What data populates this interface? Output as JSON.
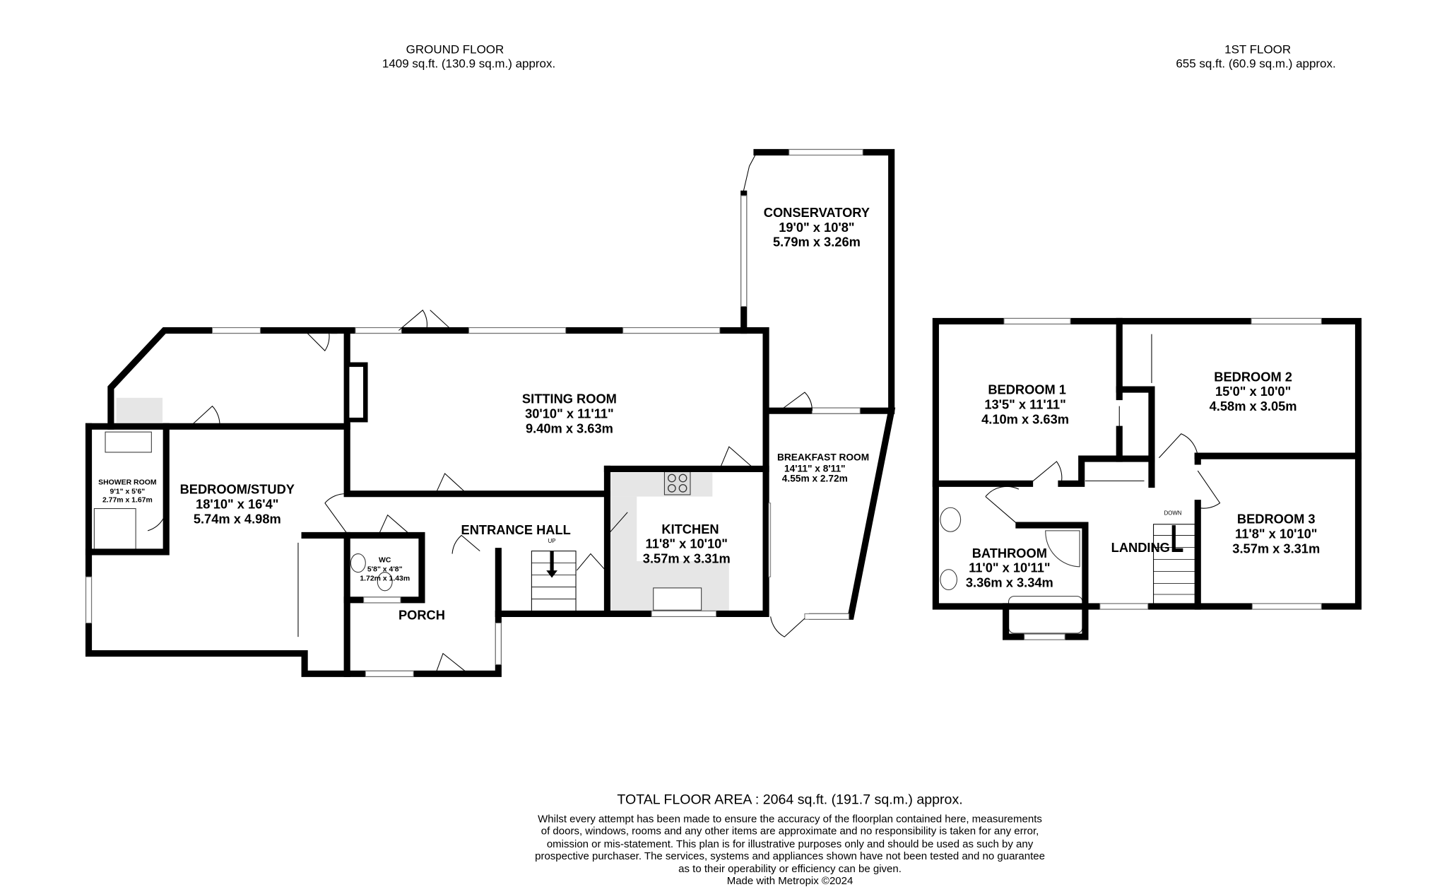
{
  "ground_floor": {
    "title": "GROUND FLOOR",
    "area": "1409 sq.ft. (130.9 sq.m.) approx."
  },
  "first_floor": {
    "title": "1ST FLOOR",
    "area": "655 sq.ft. (60.9 sq.m.) approx."
  },
  "rooms": {
    "conservatory": {
      "name": "CONSERVATORY",
      "imperial": "19'0\"  x 10'8\"",
      "metric": "5.79m  x 3.26m"
    },
    "sitting_room": {
      "name": "SITTING ROOM",
      "imperial": "30'10\"  x 11'11\"",
      "metric": "9.40m  x 3.63m"
    },
    "bedroom_study": {
      "name": "BEDROOM/STUDY",
      "imperial": "18'10\"  x 16'4\"",
      "metric": "5.74m  x 4.98m"
    },
    "shower_room": {
      "name": "SHOWER ROOM",
      "imperial": "9'1\"  x 5'6\"",
      "metric": "2.77m  x 1.67m"
    },
    "wc": {
      "name": "WC",
      "imperial": "5'8\"  x 4'8\"",
      "metric": "1.72m  x 1.43m"
    },
    "porch": {
      "name": "PORCH"
    },
    "entrance_hall": {
      "name": "ENTRANCE HALL",
      "stairs": "UP"
    },
    "kitchen": {
      "name": "KITCHEN",
      "imperial": "11'8\"  x 10'10\"",
      "metric": "3.57m  x 3.31m"
    },
    "breakfast_room": {
      "name": "BREAKFAST ROOM",
      "imperial": "14'11\"  x 8'11\"",
      "metric": "4.55m  x 2.72m"
    },
    "bedroom_1": {
      "name": "BEDROOM 1",
      "imperial": "13'5\"  x 11'11\"",
      "metric": "4.10m  x 3.63m"
    },
    "bedroom_2": {
      "name": "BEDROOM 2",
      "imperial": "15'0\"  x 10'0\"",
      "metric": "4.58m  x 3.05m"
    },
    "bedroom_3": {
      "name": "BEDROOM 3",
      "imperial": "11'8\"  x 10'10\"",
      "metric": "3.57m  x 3.31m"
    },
    "bathroom": {
      "name": "BATHROOM",
      "imperial": "11'0\"  x 10'11\"",
      "metric": "3.36m  x 3.34m"
    },
    "landing": {
      "name": "LANDING",
      "stairs": "DOWN"
    }
  },
  "footer": {
    "total": "TOTAL FLOOR AREA : 2064 sq.ft. (191.7 sq.m.) approx.",
    "disclaimer": [
      "Whilst every attempt has been made to ensure the accuracy of the floorplan contained here, measurements",
      "of doors, windows, rooms and any other items are approximate and no responsibility is taken for any error,",
      "omission or mis-statement. This plan is for illustrative purposes only and should be used as such by any",
      "prospective purchaser. The services, systems and appliances shown have not been tested and no guarantee",
      "as to their operability or efficiency can be given."
    ],
    "credit": "Made with Metropix ©2024"
  }
}
